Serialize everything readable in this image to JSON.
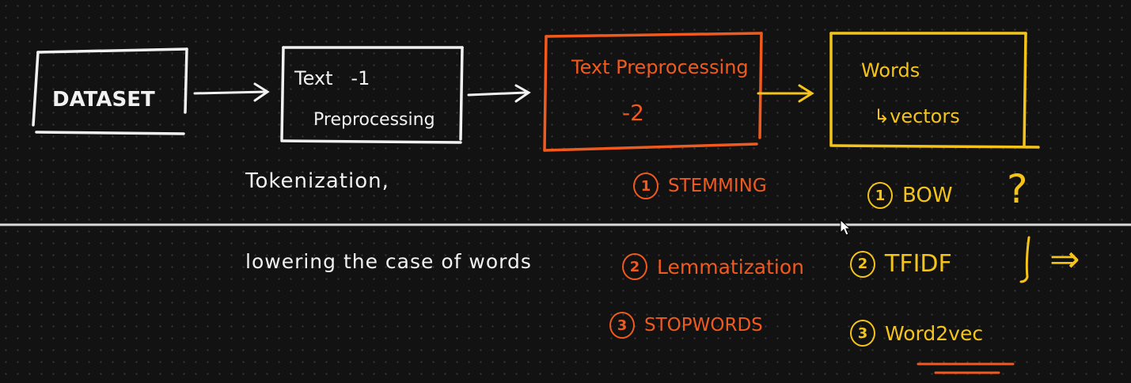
{
  "colors": {
    "background": "#121212",
    "white_ink": "#f1f1f1",
    "orange_ink": "#f05a1e",
    "yellow_ink": "#f4c41a",
    "divider": "#d9d9d9"
  },
  "boxes": {
    "dataset": {
      "label": "DATASET"
    },
    "preprocessing1": {
      "line1": "Text   -1",
      "line2": "Preprocessing"
    },
    "preprocessing2": {
      "line1": "Text Preprocessing",
      "line2": "-2"
    },
    "words_vectors": {
      "line1": "Words",
      "line2": "↳vectors"
    }
  },
  "notes": {
    "tokenization": "Tokenization,",
    "lowering": "lowering the case of words"
  },
  "preprocessing2_steps": [
    {
      "num": "1",
      "label": "STEMMING"
    },
    {
      "num": "2",
      "label": "Lemmatization"
    },
    {
      "num": "3",
      "label": "STOPWORDS"
    }
  ],
  "vector_methods": [
    {
      "num": "1",
      "label": "BOW"
    },
    {
      "num": "2",
      "label": "TFIDF"
    },
    {
      "num": "3",
      "label": "Word2vec"
    }
  ],
  "annotations": {
    "question_mark": "?",
    "implies_arrow": "⇒"
  },
  "cursor_icon": "mouse-pointer-icon"
}
